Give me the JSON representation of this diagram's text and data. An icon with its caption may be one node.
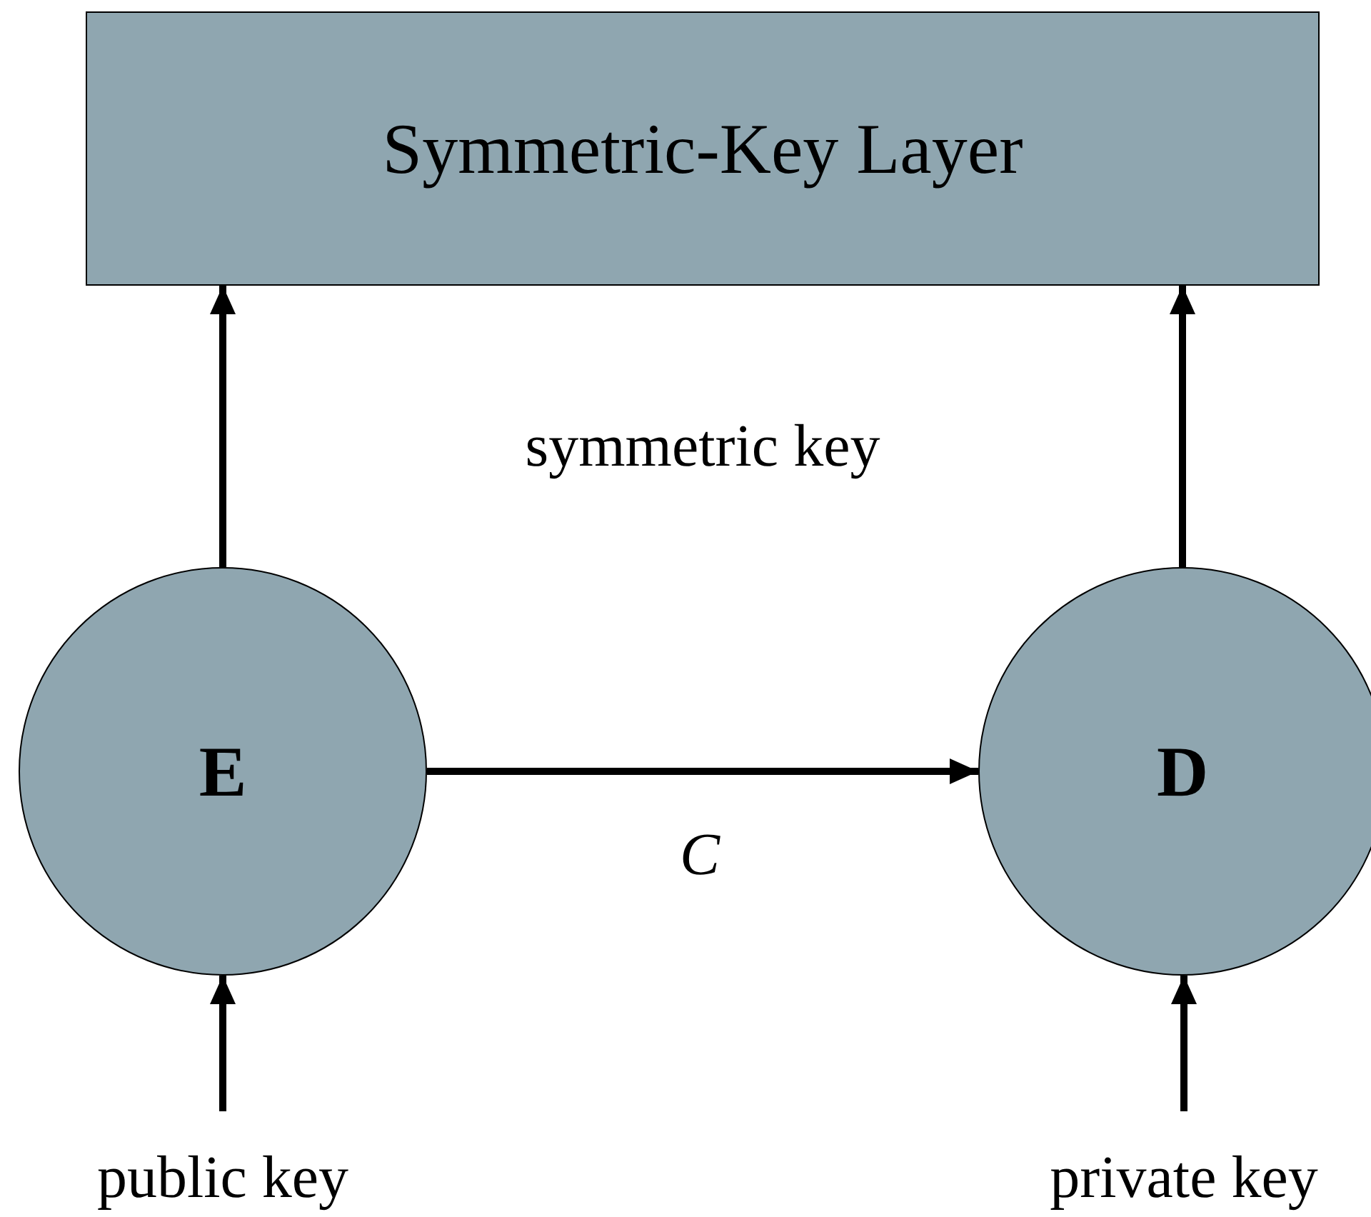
{
  "diagram": {
    "nodes": [
      {
        "text": [
          "Symmetric-Key Layer"
        ]
      },
      {
        "text": [
          "E"
        ]
      },
      {
        "text": [
          "D"
        ]
      },
      {
        "text": [
          "public key"
        ]
      },
      {
        "text": [
          "private key"
        ]
      }
    ],
    "edges": [
      {
        "from": 1,
        "to": 0,
        "arrow": "to"
      },
      {
        "from": 2,
        "to": 0,
        "arrow": "to"
      },
      {
        "from": 1,
        "to": 2,
        "arrow": "to",
        "label": "C"
      },
      {
        "from": 3,
        "to": 1,
        "arrow": "to"
      },
      {
        "from": 4,
        "to": 2,
        "arrow": "to"
      }
    ],
    "labels": [
      "symmetric key"
    ]
  }
}
